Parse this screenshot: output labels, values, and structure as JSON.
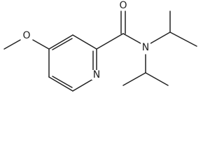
{
  "structure": {
    "atoms": {
      "methoxy_oxygen": "O",
      "carbonyl_oxygen": "O",
      "amide_nitrogen": "N",
      "ring_nitrogen": "N"
    },
    "colors": {
      "bond": "#222222",
      "background": "#ffffff"
    }
  }
}
